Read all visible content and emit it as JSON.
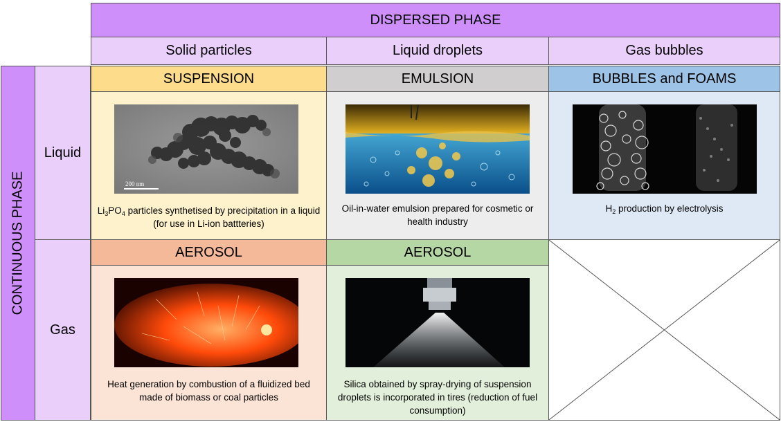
{
  "header": {
    "dispersed_phase": "DISPERSED PHASE",
    "continuous_phase": "CONTINUOUS PHASE"
  },
  "columns": [
    {
      "label": "Solid particles"
    },
    {
      "label": "Liquid droplets"
    },
    {
      "label": "Gas bubbles"
    }
  ],
  "rows": [
    {
      "label": "Liquid"
    },
    {
      "label": "Gas"
    }
  ],
  "cells": {
    "liquid_solid": {
      "title": "SUSPENSION",
      "caption_prefix": "Li",
      "caption_sub1": "3",
      "caption_mid": "PO",
      "caption_sub2": "4",
      "caption_rest": " particles synthetised by precipitation in a liquid (for use in Li-ion battteries)",
      "scale_label": "200 nm",
      "header_color": "#fddc8b",
      "bg_color": "#fef2cc"
    },
    "liquid_liquid": {
      "title": "EMULSION",
      "caption": "Oil-in-water emulsion prepared for cosmetic or health industry",
      "header_color": "#d0cece",
      "bg_color": "#ededed"
    },
    "liquid_gas": {
      "title": "BUBBLES and FOAMS",
      "caption_prefix": "H",
      "caption_sub": "2",
      "caption_rest": " production  by electrolysis",
      "header_color": "#9dc3e6",
      "bg_color": "#dee9f5"
    },
    "gas_solid": {
      "title": "AEROSOL",
      "caption": "Heat generation by combustion  of a fluidized bed made of biomass or coal particles",
      "header_color": "#f4b999",
      "bg_color": "#fbe4d6"
    },
    "gas_liquid": {
      "title": "AEROSOL",
      "caption": "Silica obtained by spray-drying of suspension droplets is incorporated in tires (reduction of fuel consumption)",
      "header_color": "#b5d7a4",
      "bg_color": "#e2efda"
    }
  }
}
